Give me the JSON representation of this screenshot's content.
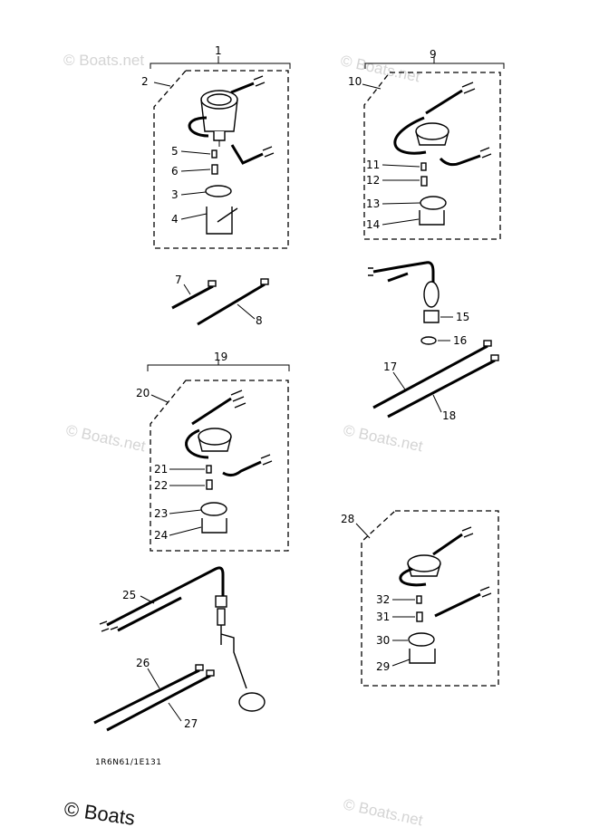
{
  "watermarks": [
    "© Boats.net",
    "© Boats.net",
    "© Boats.net",
    "© Boats.net",
    "© Boats.net",
    "© Boats"
  ],
  "reference_code": "1R6N61/1E131",
  "callouts": [
    "1",
    "2",
    "3",
    "4",
    "5",
    "6",
    "7",
    "8",
    "9",
    "10",
    "11",
    "12",
    "13",
    "14",
    "15",
    "16",
    "17",
    "18",
    "19",
    "20",
    "21",
    "22",
    "23",
    "24",
    "25",
    "26",
    "27",
    "28",
    "29",
    "30",
    "31",
    "32"
  ]
}
